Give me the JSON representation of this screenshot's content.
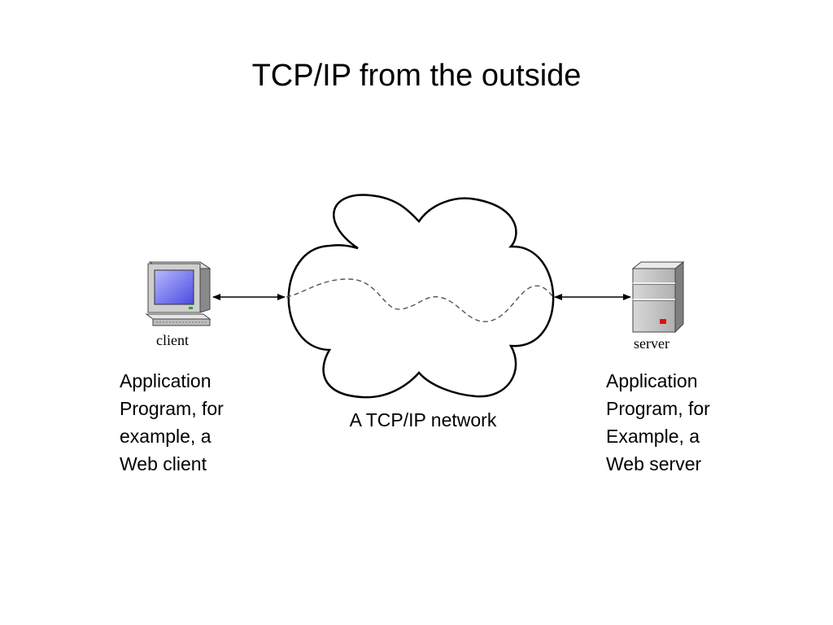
{
  "title": "TCP/IP from the outside",
  "client": {
    "label": "client",
    "caption_lines": [
      "Application",
      "Program, for",
      "example, a",
      "Web client"
    ]
  },
  "server": {
    "label": "server",
    "caption_lines": [
      "Application",
      "Program, for",
      "Example, a",
      "Web server"
    ]
  },
  "network": {
    "label": "A TCP/IP network"
  }
}
